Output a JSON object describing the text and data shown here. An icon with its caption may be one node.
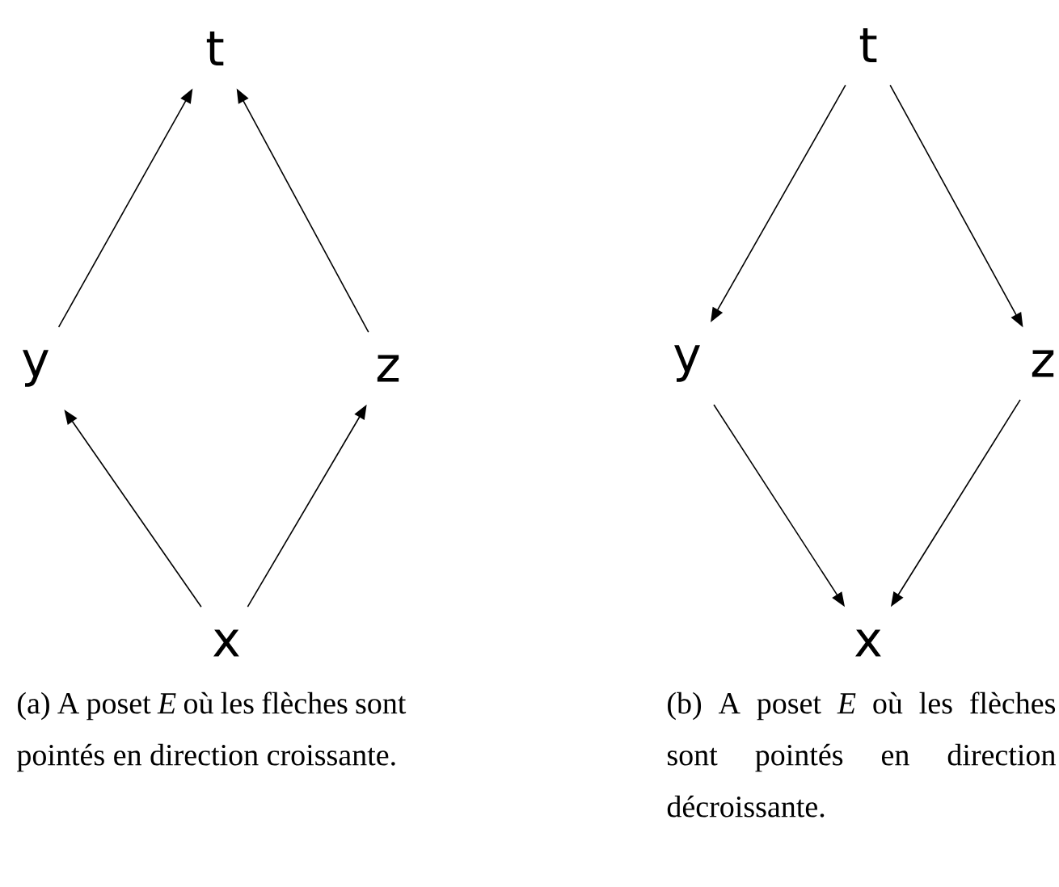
{
  "diagram": {
    "nodes": [
      {
        "text": [
          "t"
        ]
      },
      {
        "text": [
          "y"
        ]
      },
      {
        "text": [
          "z"
        ]
      },
      {
        "text": [
          "x"
        ]
      },
      {
        "text": [
          "t"
        ]
      },
      {
        "text": [
          "y"
        ]
      },
      {
        "text": [
          "z"
        ]
      },
      {
        "text": [
          "x"
        ]
      }
    ],
    "edges": [
      {
        "from": 1,
        "to": 0,
        "arrow": "to"
      },
      {
        "from": 2,
        "to": 0,
        "arrow": "to"
      },
      {
        "from": 3,
        "to": 1,
        "arrow": "to"
      },
      {
        "from": 3,
        "to": 2,
        "arrow": "to"
      },
      {
        "from": 4,
        "to": 5,
        "arrow": "to"
      },
      {
        "from": 4,
        "to": 6,
        "arrow": "to"
      },
      {
        "from": 5,
        "to": 7,
        "arrow": "to"
      },
      {
        "from": 6,
        "to": 7,
        "arrow": "to"
      }
    ],
    "labels": [
      "(a) A poset *E* où les flèches sont pointés en direction croissante.",
      "(b) A poset *E* où les flèches sont pointés en direction décroissante."
    ]
  }
}
